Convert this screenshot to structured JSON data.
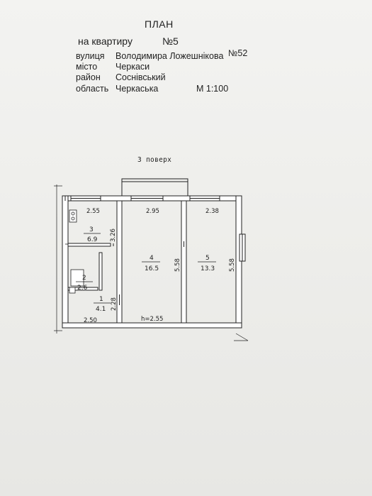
{
  "header": {
    "title": "ПЛАН",
    "subtitle": "на квартиру",
    "apartment_number": "№5"
  },
  "address": {
    "street_label": "вулиця",
    "street_value": "Володимира Ложешнікова",
    "house_number": "№52",
    "city_label": "місто",
    "city_value": "Черкаси",
    "district_label": "район",
    "district_value": "Соснівський",
    "region_label": "область",
    "region_value": "Черкаська",
    "scale": "М 1:100"
  },
  "plan": {
    "floor_label": "3 поверх",
    "ceiling_height": "h=2.55",
    "dimensions": {
      "room3_width": "2.55",
      "room4_width": "2.95",
      "room5_width": "2.38",
      "room3_depth": "3.26",
      "room4_depth": "5.58",
      "room5_depth": "5.58",
      "hall_depth": "2.28",
      "hall_width": "2.50"
    },
    "rooms": [
      {
        "number": "3",
        "area": "6.9"
      },
      {
        "number": "2",
        "area": "2.6"
      },
      {
        "number": "1",
        "area": "4.1"
      },
      {
        "number": "4",
        "area": "16.5"
      },
      {
        "number": "5",
        "area": "13.3"
      }
    ]
  }
}
